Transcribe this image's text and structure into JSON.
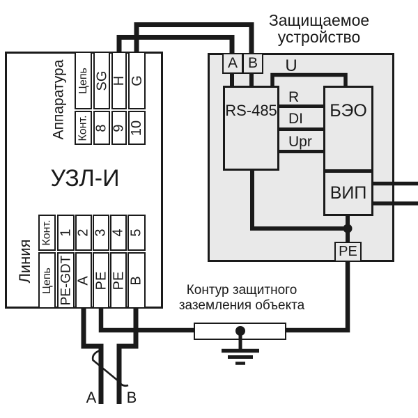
{
  "colors": {
    "ink": "#1a1a1a",
    "panel_fill": "#e9e9e9",
    "paper": "#ffffff"
  },
  "uzl": {
    "label": "УЗЛ-И",
    "equipment_side": {
      "group_label": "Аппаратура",
      "circuit_header": "Цепь",
      "contact_header": "Конт.",
      "circuits": [
        "SG",
        "H",
        "G"
      ],
      "contacts": [
        "8",
        "9",
        "10"
      ]
    },
    "line_side": {
      "group_label": "Линия",
      "contact_header": "Конт.",
      "circuit_header": "Цепь",
      "contacts": [
        "1",
        "2",
        "3",
        "4",
        "5"
      ],
      "circuits": [
        "PE-GDT",
        "A",
        "PE",
        "PE",
        "B"
      ]
    }
  },
  "protected_device": {
    "title_lines": [
      "Защищаемое",
      "устройство"
    ],
    "input_terminals": {
      "a": "A",
      "b": "B"
    },
    "blocks": {
      "transceiver": "RS-485",
      "beo": "БЭО",
      "vip": "ВИП"
    },
    "signals": {
      "u": "U",
      "r": "R",
      "di": "DI",
      "upr": "Upr"
    },
    "pe_terminal": "PE"
  },
  "ground_loop": {
    "label_lines": [
      "Контур защитного",
      "заземления объекта"
    ]
  },
  "line_wires": {
    "a_label": "A",
    "b_label": "B"
  }
}
